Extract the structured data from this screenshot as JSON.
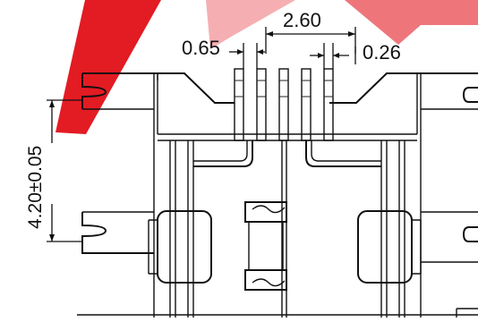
{
  "watermark": {
    "color": "#e31b23",
    "opacity": 0.9
  },
  "colors": {
    "line": "#111111",
    "background": "#ffffff"
  },
  "dimensions": {
    "pin_span": "2.60",
    "pin_pitch": "0.65",
    "pin_width": "0.26",
    "height": "4.20±0.05"
  }
}
